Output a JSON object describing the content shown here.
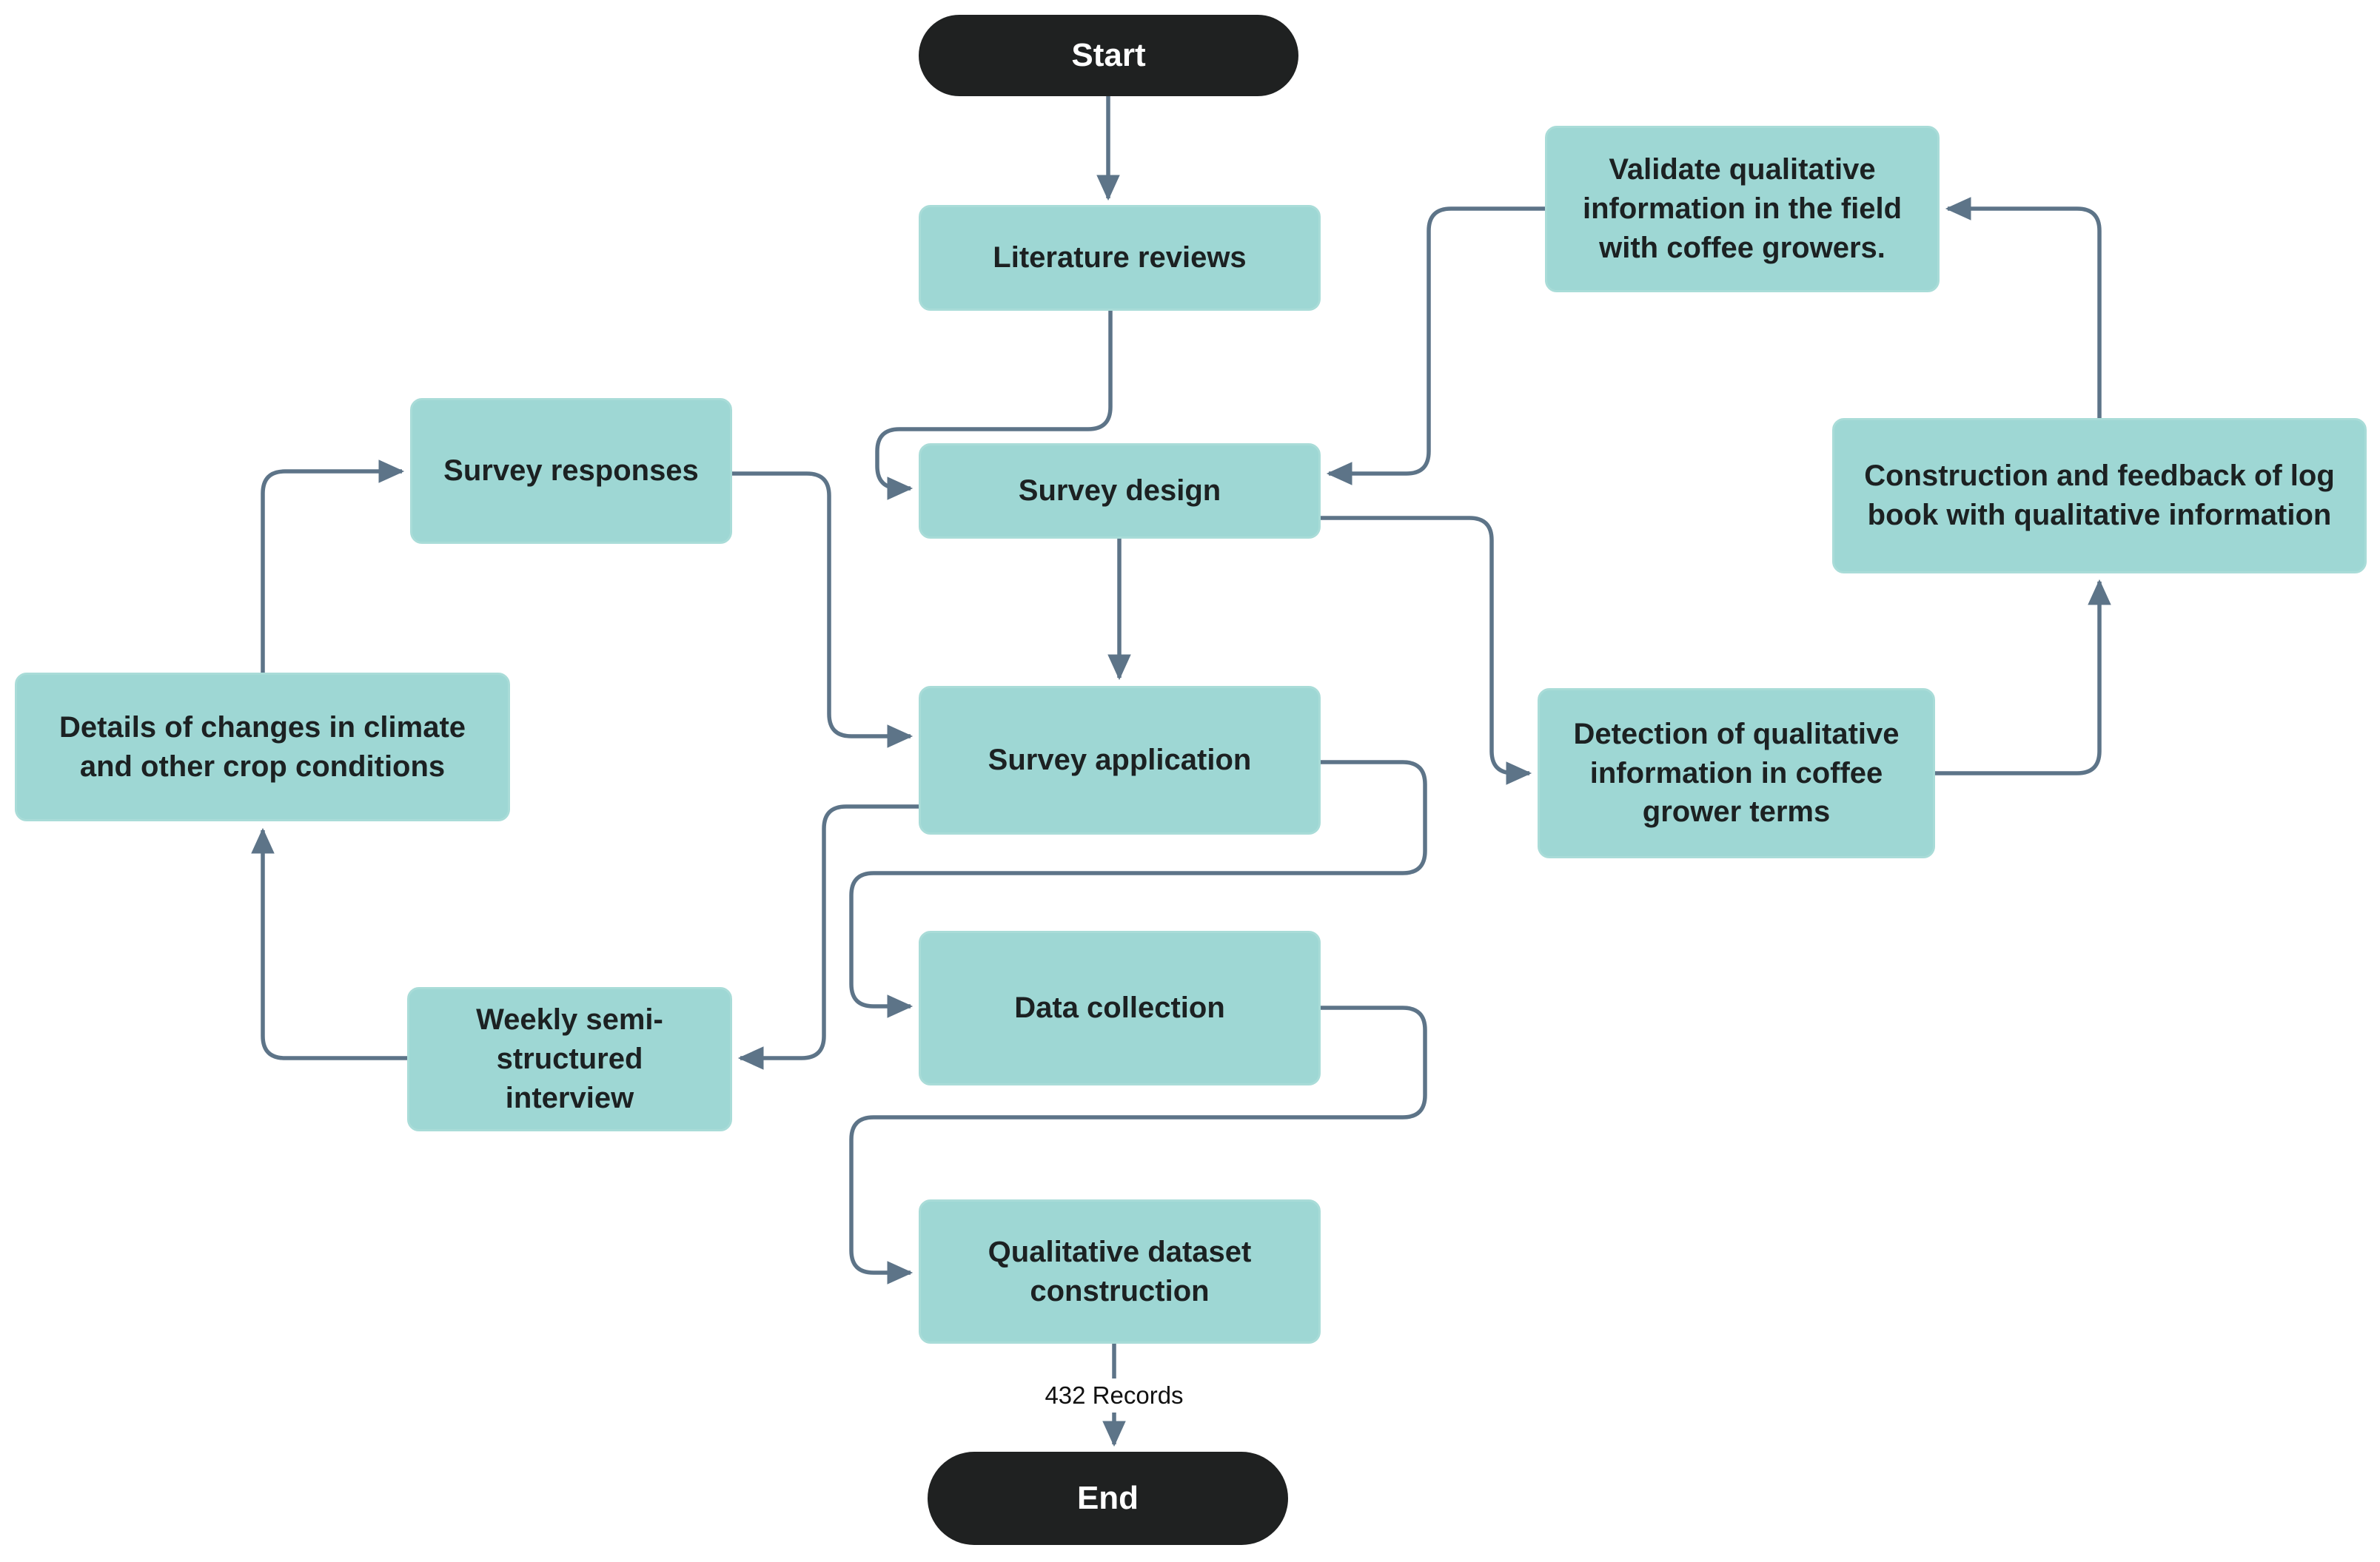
{
  "diagram": {
    "type": "flowchart",
    "colors": {
      "background": "#ffffff",
      "node_fill": "#9ed7d4",
      "node_text": "#1c2122",
      "terminal_fill": "#1f2121",
      "terminal_text": "#ffffff",
      "edge": "#5d7488"
    },
    "nodes": {
      "start": {
        "label": "Start"
      },
      "literature_reviews": {
        "label": "Literature reviews"
      },
      "survey_design": {
        "label": "Survey design"
      },
      "survey_application": {
        "label": "Survey application"
      },
      "data_collection": {
        "label": "Data collection"
      },
      "qualitative_dataset": {
        "label": "Qualitative dataset\nconstruction"
      },
      "end": {
        "label": "End"
      },
      "survey_responses": {
        "label": "Survey responses"
      },
      "details_changes": {
        "label": "Details of changes in climate\nand other crop conditions"
      },
      "weekly_interview": {
        "label": "Weekly semi-\nstructured\ninterview"
      },
      "validate_qualitative": {
        "label": "Validate qualitative\ninformation in the field\nwith coffee growers."
      },
      "construction_logbook": {
        "label": "Construction and feedback of log\nbook with qualitative information"
      },
      "detection_qualitative": {
        "label": "Detection of qualitative\ninformation in coffee\ngrower terms"
      }
    },
    "edges": [
      {
        "from": "start",
        "to": "literature_reviews",
        "label": ""
      },
      {
        "from": "literature_reviews",
        "to": "survey_design",
        "label": ""
      },
      {
        "from": "validate_qualitative",
        "to": "survey_design",
        "label": ""
      },
      {
        "from": "survey_design",
        "to": "survey_application",
        "label": ""
      },
      {
        "from": "survey_design",
        "to": "detection_qualitative",
        "label": ""
      },
      {
        "from": "survey_responses",
        "to": "survey_application",
        "label": ""
      },
      {
        "from": "survey_application",
        "to": "weekly_interview",
        "label": ""
      },
      {
        "from": "weekly_interview",
        "to": "details_changes",
        "label": ""
      },
      {
        "from": "details_changes",
        "to": "survey_responses",
        "label": ""
      },
      {
        "from": "survey_application",
        "to": "data_collection",
        "label": ""
      },
      {
        "from": "data_collection",
        "to": "qualitative_dataset",
        "label": ""
      },
      {
        "from": "qualitative_dataset",
        "to": "end",
        "label": "432 Records"
      },
      {
        "from": "detection_qualitative",
        "to": "construction_logbook",
        "label": ""
      },
      {
        "from": "construction_logbook",
        "to": "validate_qualitative",
        "label": ""
      }
    ],
    "edge_label_432": "432 Records"
  }
}
